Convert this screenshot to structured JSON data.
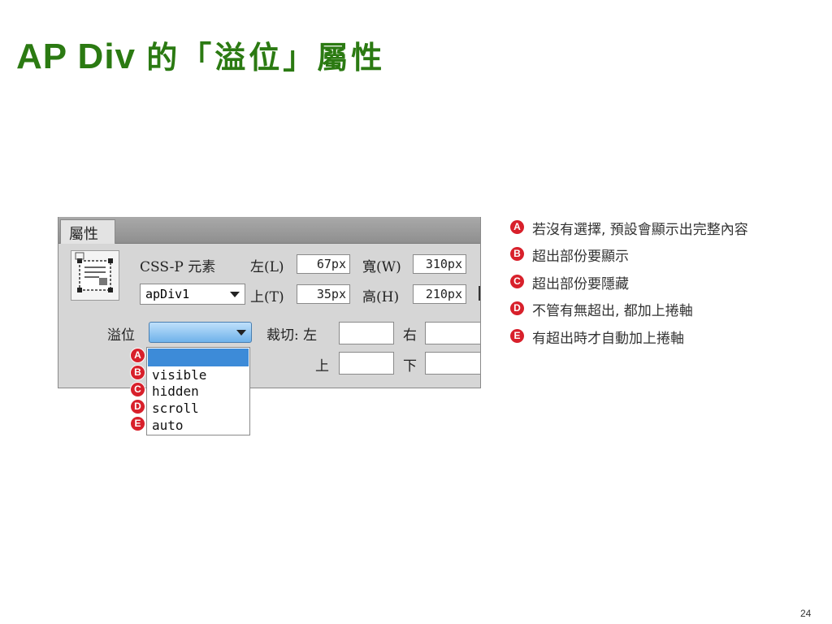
{
  "slide": {
    "title_latin": "AP Div ",
    "title_cjk": "的「溢位」屬性",
    "page_number": "24"
  },
  "panel": {
    "tab_label": "屬性",
    "element_type": "CSS-P 元素",
    "element_select": "apDiv1",
    "left_label": "左(L)",
    "left_value": "67px",
    "top_label": "上(T)",
    "top_value": "35px",
    "width_label": "寬(W)",
    "width_value": "310px",
    "height_label": "高(H)",
    "height_value": "210px",
    "overflow_label": "溢位",
    "clip_label": "裁切: 左",
    "clip_right_label": "右",
    "clip_top_label": "上",
    "clip_bottom_label": "下"
  },
  "dropdown": {
    "options": [
      {
        "badge": "A",
        "label": ""
      },
      {
        "badge": "B",
        "label": "visible"
      },
      {
        "badge": "C",
        "label": "hidden"
      },
      {
        "badge": "D",
        "label": "scroll"
      },
      {
        "badge": "E",
        "label": "auto"
      }
    ]
  },
  "legend": [
    {
      "badge": "A",
      "text": "若沒有選擇, 預設會顯示出完整內容"
    },
    {
      "badge": "B",
      "text": "超出部份要顯示"
    },
    {
      "badge": "C",
      "text": "超出部份要隱藏"
    },
    {
      "badge": "D",
      "text": "不管有無超出, 都加上捲軸"
    },
    {
      "badge": "E",
      "text": "有超出時才自動加上捲軸"
    }
  ],
  "colors": {
    "title_green": "#2b7a12",
    "badge_red": "#d8202b",
    "selection_blue": "#3d8bd8"
  }
}
